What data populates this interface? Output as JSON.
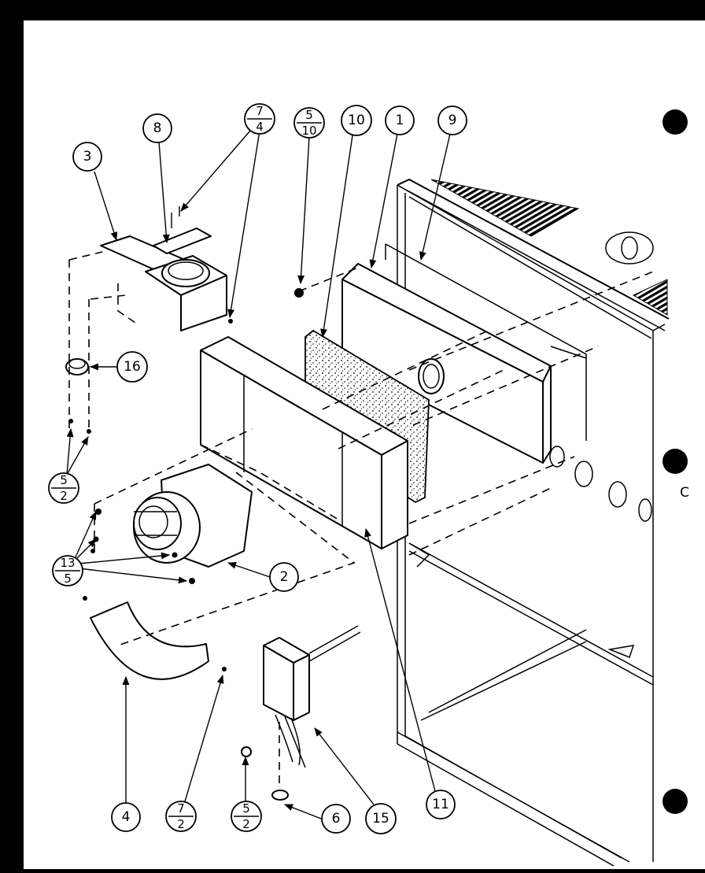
{
  "callouts": {
    "c1": "1",
    "c2": "2",
    "c3": "3",
    "c4": "4",
    "c6": "6",
    "c8": "8",
    "c9": "9",
    "c10": "10",
    "c11": "11",
    "c15": "15",
    "c16": "16",
    "f_7_4": {
      "top": "7",
      "bottom": "4"
    },
    "f_5_10": {
      "top": "5",
      "bottom": "10"
    },
    "f_5_2_left": {
      "top": "5",
      "bottom": "2"
    },
    "f_13_5": {
      "top": "13",
      "bottom": "5"
    },
    "f_7_2": {
      "top": "7",
      "bottom": "2"
    },
    "f_5_2_bottom": {
      "top": "5",
      "bottom": "2"
    }
  },
  "margin_mark": "C",
  "colors": {
    "background": "#000000",
    "sheet": "#ffffff",
    "ink": "#000000"
  }
}
